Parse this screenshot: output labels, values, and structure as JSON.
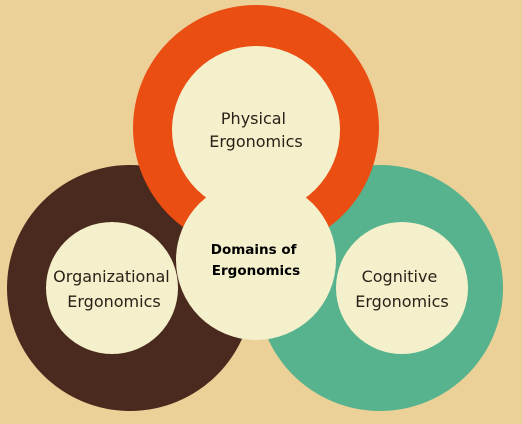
{
  "diagram": {
    "center": {
      "line1": "Domains of",
      "line2": "Ergonomics"
    },
    "domains": [
      {
        "id": "physical",
        "line1": "Physical",
        "line2": "Ergonomics",
        "ring_color": "#ea4e12"
      },
      {
        "id": "organizational",
        "line1": "Organizational",
        "line2": "Ergonomics",
        "ring_color": "#4a2a1e"
      },
      {
        "id": "cognitive",
        "line1": "Cognitive",
        "line2": "Ergonomics",
        "ring_color": "#56b38d"
      }
    ],
    "colors": {
      "background": "#ebd098",
      "circle_fill": "#f4f0cc"
    }
  }
}
